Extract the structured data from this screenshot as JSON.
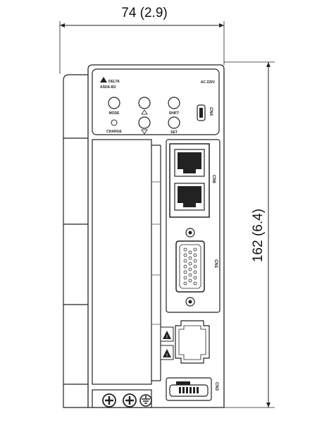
{
  "dimensions": {
    "width_label": "74 (2.9)",
    "height_label": "162 (6.4)"
  },
  "panel": {
    "brand": "DELTA",
    "model": "ASDA-B3",
    "voltage": "AC 220V",
    "buttons": {
      "mode": "MODE",
      "shift": "SHIFT",
      "set": "SET",
      "charge": "CHARGE"
    },
    "ports": {
      "usb": "CN4",
      "rj45": "CN6",
      "dsub": "CN1",
      "bottom": "CN3"
    }
  },
  "icons": [
    "warning-icon",
    "ground-icon",
    "screw-icon"
  ]
}
